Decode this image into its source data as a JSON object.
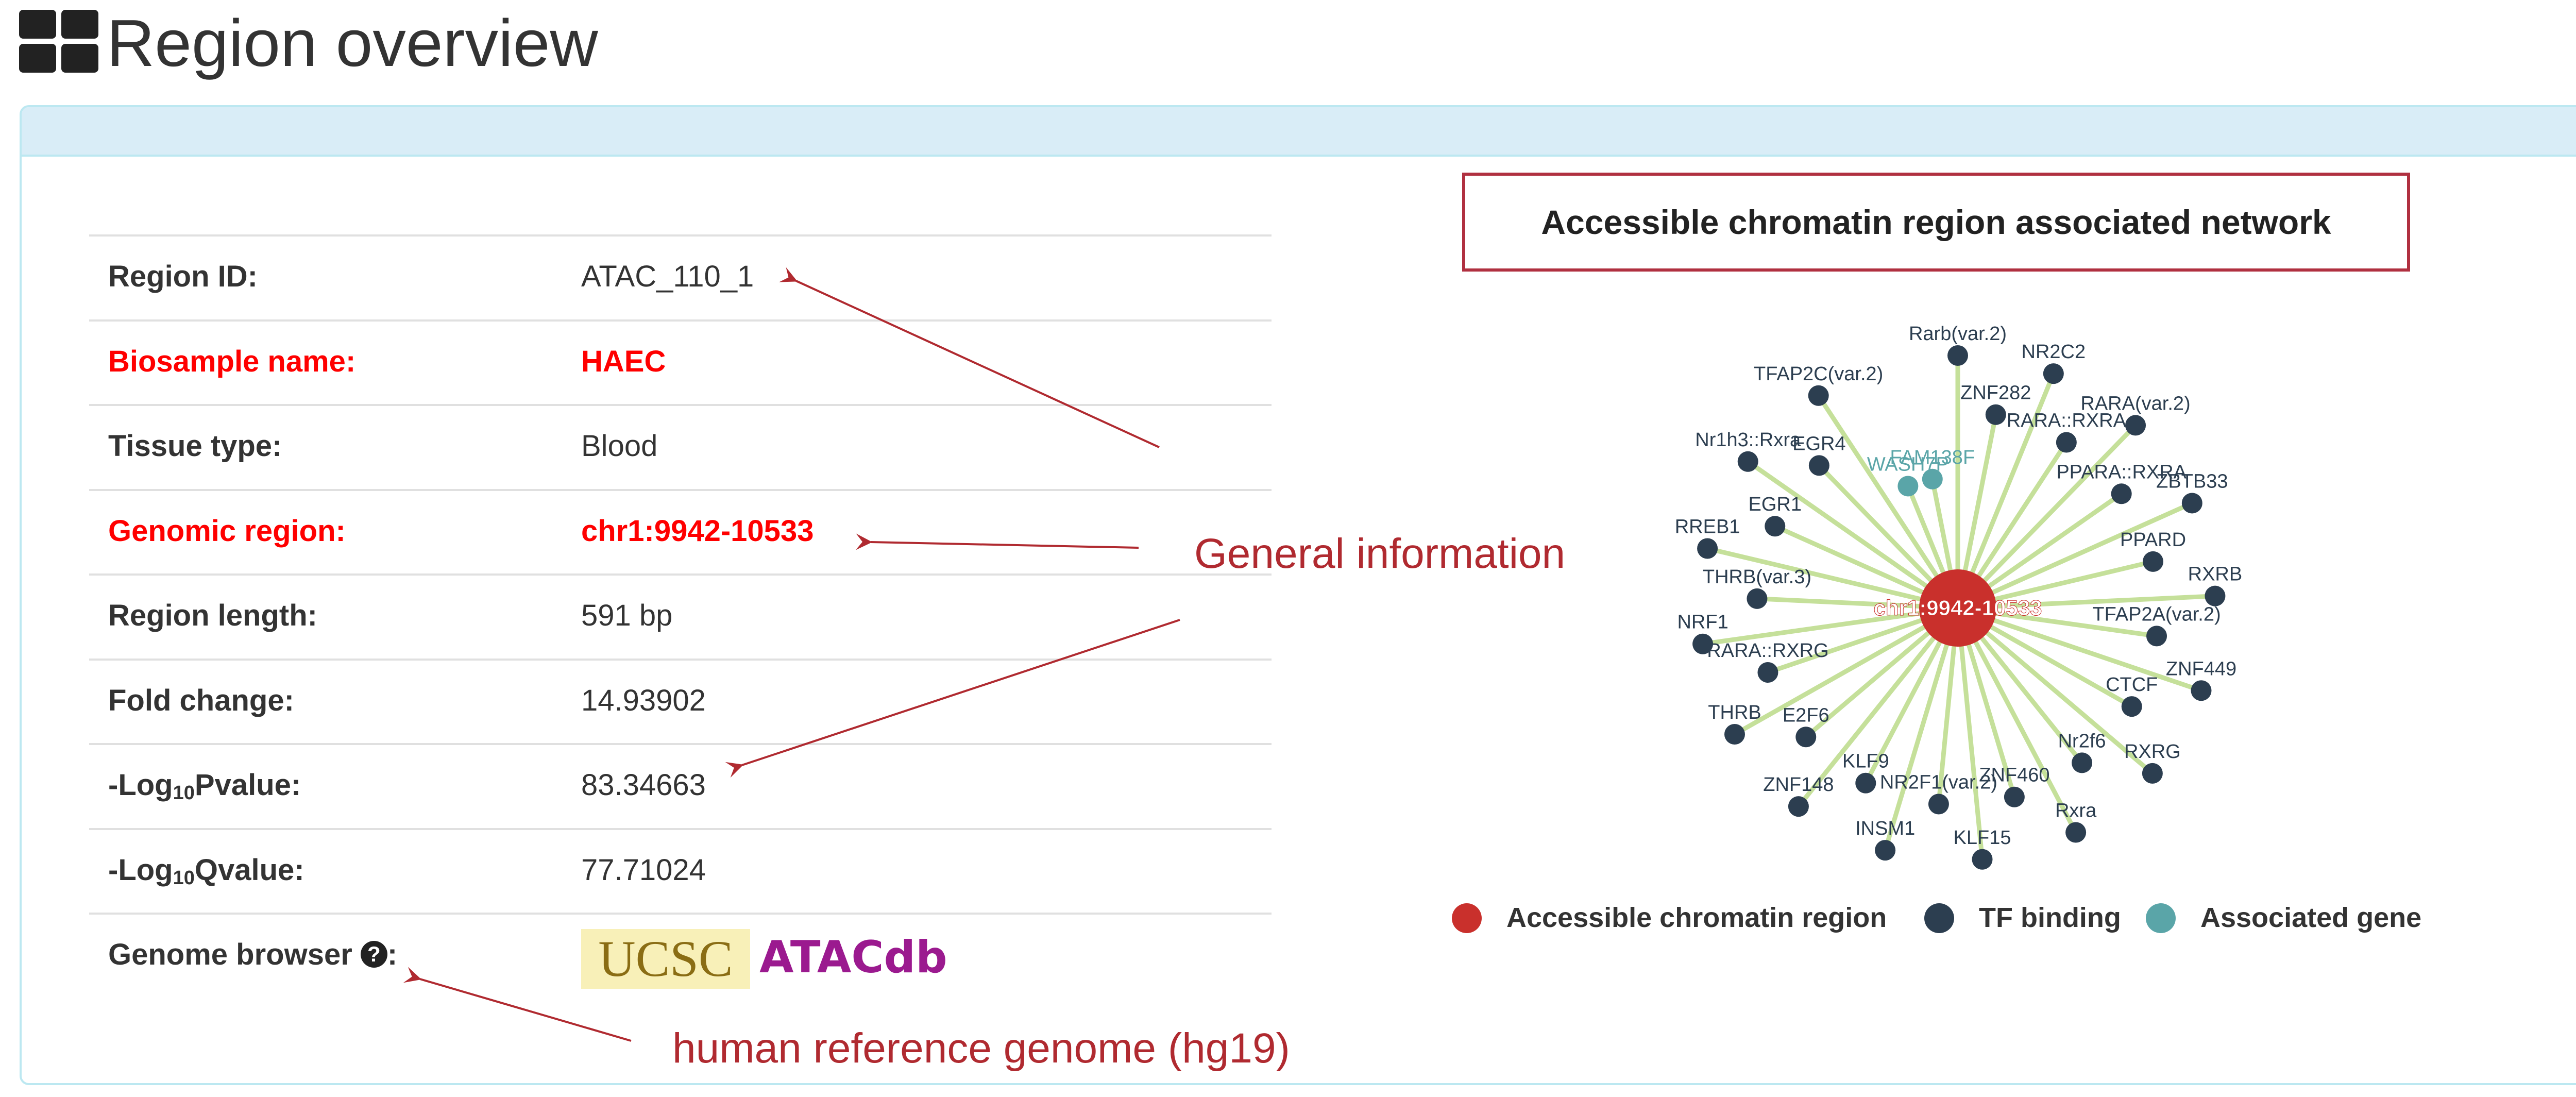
{
  "header": {
    "title": "Region overview",
    "icon": "dashboard-grid-icon"
  },
  "info_table": {
    "rows": [
      {
        "label": "Region ID:",
        "value": "ATAC_110_1",
        "highlight": false
      },
      {
        "label": "Biosample name:",
        "value": "HAEC",
        "highlight": true
      },
      {
        "label": "Tissue type:",
        "value": "Blood",
        "highlight": false
      },
      {
        "label": "Genomic region:",
        "value": "chr1:9942-10533",
        "highlight": true
      },
      {
        "label": "Region length:",
        "value": "591 bp",
        "highlight": false
      },
      {
        "label": "Fold change:",
        "value": "14.93902",
        "highlight": false
      },
      {
        "label_prefix": "-Log",
        "label_sub": "10",
        "label_suffix": "Pvalue:",
        "value": "83.34663",
        "highlight": false
      },
      {
        "label_prefix": "-Log",
        "label_sub": "10",
        "label_suffix": "Qvalue:",
        "value": "77.71024",
        "highlight": false
      }
    ],
    "genome_browser": {
      "label": "Genome browser",
      "help_icon": "question-circle-icon",
      "colon": ":",
      "ucsc_label": "UCSC",
      "atacdb_label": "ATACdb"
    }
  },
  "network": {
    "title": "Accessible chromatin region associated network",
    "center_label": "chr1:9942-10533",
    "tf_nodes": [
      "Rarb(var.2)",
      "ZNF282",
      "NR2C2",
      "RARA::RXRA",
      "RARA(var.2)",
      "PPARA::RXRA",
      "ZBTB33",
      "PPARD",
      "RXRB",
      "TFAP2A(var.2)",
      "ZNF449",
      "CTCF",
      "RXRG",
      "Nr2f6",
      "Rxra",
      "ZNF460",
      "KLF15",
      "NR2F1(var.2)",
      "INSM1",
      "KLF9",
      "ZNF148",
      "E2F6",
      "THRB",
      "RARA::RXRG",
      "NRF1",
      "THRB(var.3)",
      "RREB1",
      "EGR1",
      "Nr1h3::Rxra",
      "EGR4",
      "TFAP2C(var.2)"
    ],
    "gene_nodes": [
      "WASH7P",
      "FAM138F"
    ],
    "colors": {
      "region": "#c9302c",
      "tf": "#2c3e50",
      "gene": "#5aa5a8",
      "edge": "#c5e09a"
    },
    "legend": [
      {
        "label": "Accessible chromatin region",
        "color": "#c9302c"
      },
      {
        "label": "TF binding",
        "color": "#2c3e50"
      },
      {
        "label": "Associated gene",
        "color": "#5aa5a8"
      }
    ]
  },
  "annotations": {
    "general_information": "General information",
    "reference_genome": "human reference genome (hg19)"
  }
}
